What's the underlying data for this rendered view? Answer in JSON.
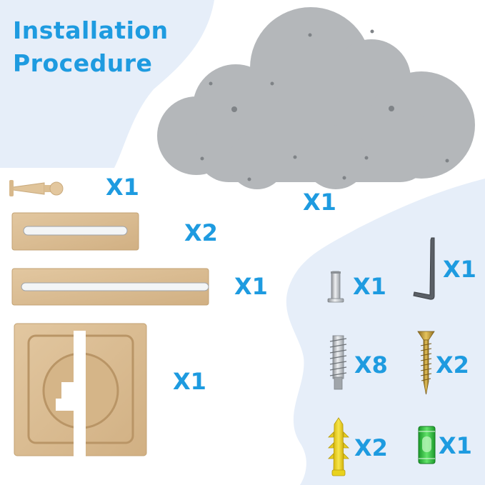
{
  "title": {
    "line1": "Installation",
    "line2": "Procedure"
  },
  "items": {
    "cloud_shelf": "X1",
    "wooden_peg": "X1",
    "short_wood_bar": "X2",
    "long_wood_bar": "X1",
    "wood_frame": "X1",
    "hex_bolt": "X1",
    "hex_key": "X1",
    "expansion_screw": "X8",
    "wood_screw": "X2",
    "wall_anchor": "X2",
    "spirit_level": "X1"
  },
  "colors": {
    "accent_blue": "#1e9be0",
    "background_blue": "#e6eef9",
    "cloud_gray": "#b4b7ba",
    "wood": "#d9bc93",
    "anchor_yellow": "#f2dc2a",
    "level_green": "#2fbf3a"
  },
  "icons": [
    "cloud-shelf-icon",
    "wooden-peg-icon",
    "wood-bar-icon",
    "wood-frame-icon",
    "bolt-icon",
    "hex-key-icon",
    "expansion-screw-icon",
    "wood-screw-icon",
    "wall-anchor-icon",
    "spirit-level-icon"
  ]
}
